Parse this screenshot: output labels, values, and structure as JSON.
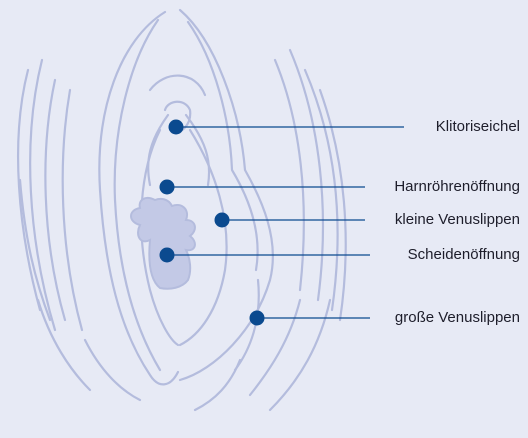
{
  "colors": {
    "background": "#e7eaf5",
    "sketch": "#b4bcdd",
    "sketch_fill": "#c3c9e6",
    "marker": "#0b4a8f",
    "leader_line": "#0b4a8f",
    "label_text": "#1d1d2a"
  },
  "labels": [
    {
      "id": "klitoriseichel",
      "text": "Klitoriseichel"
    },
    {
      "id": "harnroehrenoeffnung",
      "text": "Harnröhrenöffnung"
    },
    {
      "id": "kleine-venuslippen",
      "text": "kleine Venuslippen"
    },
    {
      "id": "scheidenoeffnung",
      "text": "Scheidenöffnung"
    },
    {
      "id": "grosse-venuslippen",
      "text": "große Venuslippen"
    }
  ]
}
